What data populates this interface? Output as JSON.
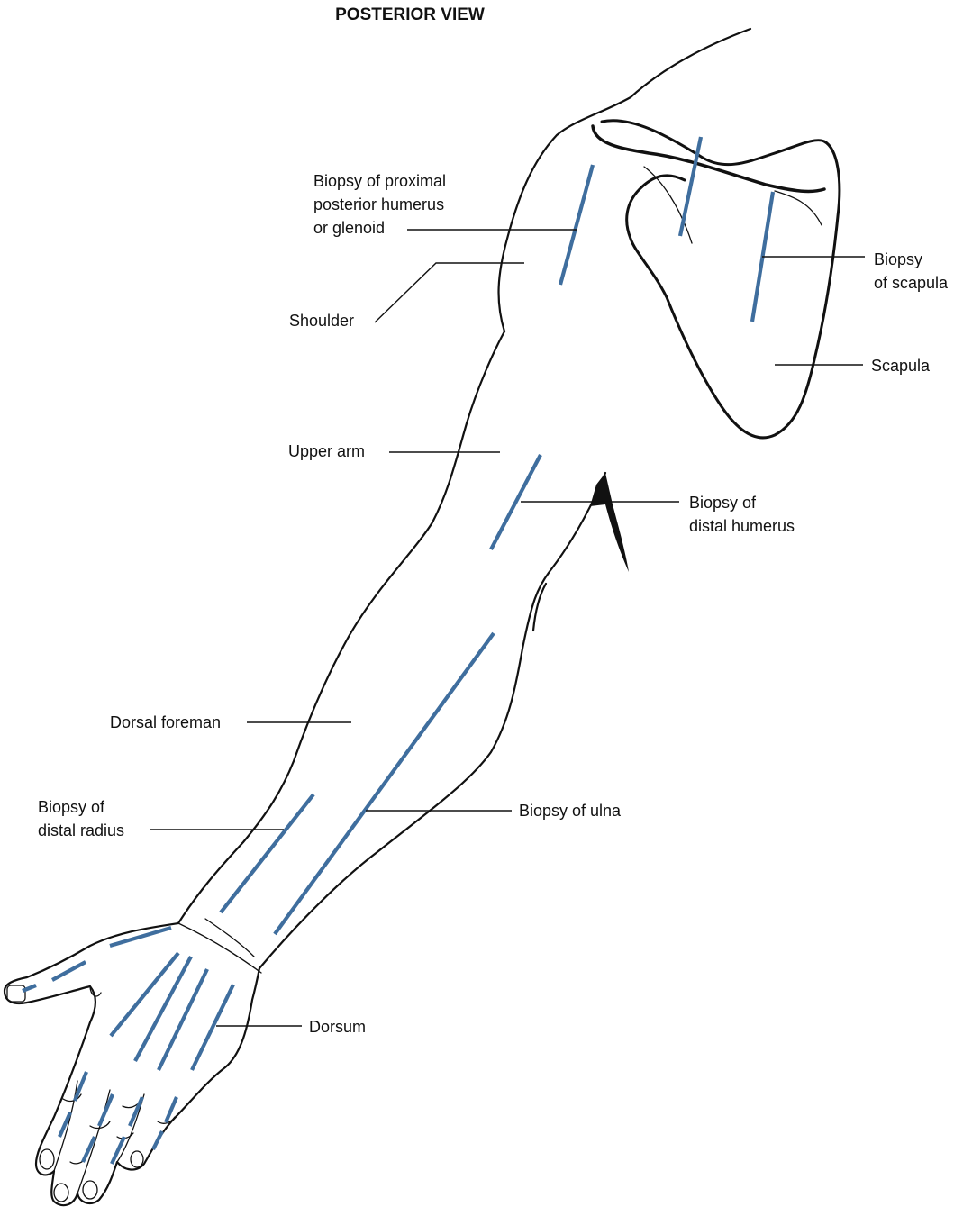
{
  "title": "POSTERIOR VIEW",
  "colors": {
    "incision": "#3f6e9e",
    "outline": "#111111"
  },
  "labels": {
    "biopsy_proximal_humerus": [
      "Biopsy of proximal",
      "posterior humerus",
      "or glenoid"
    ],
    "shoulder": "Shoulder",
    "upper_arm": "Upper arm",
    "biopsy_scapula": [
      "Biopsy",
      "of scapula"
    ],
    "scapula": "Scapula",
    "biopsy_distal_humerus": [
      "Biopsy of",
      "distal humerus"
    ],
    "dorsal_forearm": "Dorsal foreman",
    "biopsy_distal_radius": [
      "Biopsy of",
      "distal radius"
    ],
    "biopsy_ulna": "Biopsy of ulna",
    "dorsum": "Dorsum"
  }
}
